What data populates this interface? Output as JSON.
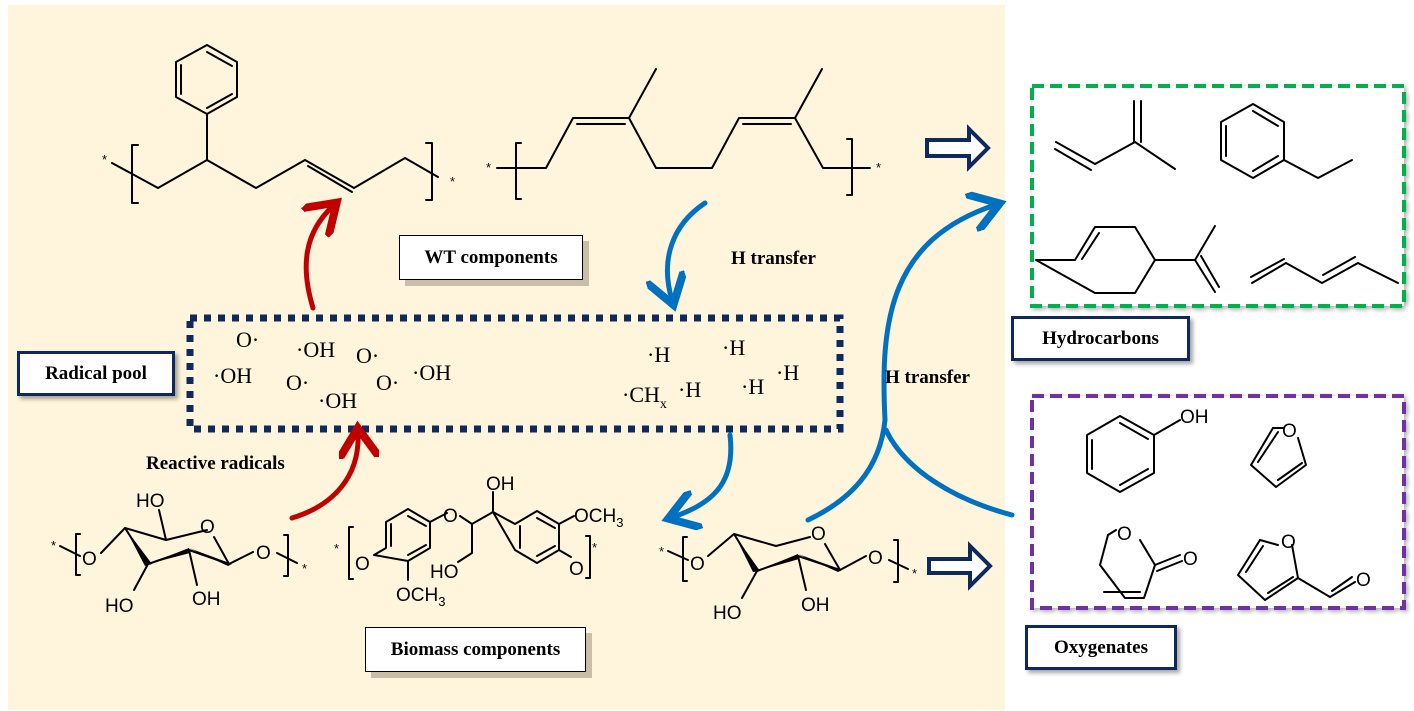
{
  "labels": {
    "wt_components": "WT components",
    "biomass_components": "Biomass components",
    "radical_pool": "Radical pool",
    "reactive_radicals": "Reactive radicals",
    "h_transfer_top": "H transfer",
    "h_transfer_right": "H transfer",
    "hydrocarbons": "Hydrocarbons",
    "oxygenates": "Oxygenates"
  },
  "radical_pool": {
    "oxygen_radicals": [
      "O·",
      "·OH",
      "·OH",
      "O·",
      "O·",
      "·OH",
      "O·",
      "·OH"
    ],
    "hydrogen_radicals": [
      "·H",
      "·H",
      "·H",
      "·H",
      "·H"
    ],
    "methyl_radical": {
      "base": "·CH",
      "subscript": "x"
    }
  },
  "molecule_text": {
    "star": "*",
    "O": "O",
    "OH": "OH",
    "HO": "HO",
    "OCH": "OCH",
    "sub3": "3"
  },
  "colors": {
    "panel_bg": "#fff4dc",
    "radical_pool_border": "#0e2a5c",
    "hydrocarbons_border": "#00b050",
    "oxygenates_border": "#7030a0",
    "red_arrow": "#c00000",
    "blue_arrow": "#0070c0",
    "navy": "#0e2a5c"
  }
}
